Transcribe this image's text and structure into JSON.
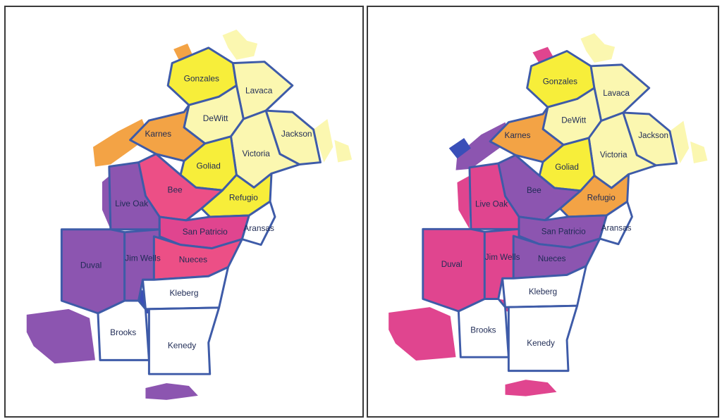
{
  "colors": {
    "outline": "#3e5ba8",
    "pale_yellow": "#fbf7b0",
    "yellow": "#f7ee3a",
    "orange": "#f3a345",
    "pink": "#ec4f86",
    "magenta": "#e0458f",
    "purple": "#8c55b0",
    "blue": "#3a4fb8",
    "white": "#ffffff"
  },
  "maps": [
    {
      "name": "left-map",
      "counties": [
        {
          "label": "Gonzales",
          "fill": "yellow"
        },
        {
          "label": "Lavaca",
          "fill": "pale_yellow"
        },
        {
          "label": "DeWitt",
          "fill": "pale_yellow"
        },
        {
          "label": "Jackson",
          "fill": "pale_yellow"
        },
        {
          "label": "Karnes",
          "fill": "orange"
        },
        {
          "label": "Victoria",
          "fill": "pale_yellow"
        },
        {
          "label": "Goliad",
          "fill": "yellow"
        },
        {
          "label": "Refugio",
          "fill": "yellow"
        },
        {
          "label": "Bee",
          "fill": "pink"
        },
        {
          "label": "Live Oak",
          "fill": "purple"
        },
        {
          "label": "San Patricio",
          "fill": "magenta"
        },
        {
          "label": "Aransas",
          "fill": "white"
        },
        {
          "label": "Duval",
          "fill": "purple"
        },
        {
          "label": "Jim Wells",
          "fill": "purple"
        },
        {
          "label": "Nueces",
          "fill": "pink"
        },
        {
          "label": "Kleberg",
          "fill": "white"
        },
        {
          "label": "Brooks",
          "fill": "white"
        },
        {
          "label": "Kenedy",
          "fill": "white"
        }
      ]
    },
    {
      "name": "right-map",
      "counties": [
        {
          "label": "Gonzales",
          "fill": "yellow"
        },
        {
          "label": "Lavaca",
          "fill": "pale_yellow"
        },
        {
          "label": "DeWitt",
          "fill": "pale_yellow"
        },
        {
          "label": "Jackson",
          "fill": "pale_yellow"
        },
        {
          "label": "Karnes",
          "fill": "orange"
        },
        {
          "label": "Victoria",
          "fill": "pale_yellow"
        },
        {
          "label": "Goliad",
          "fill": "yellow"
        },
        {
          "label": "Refugio",
          "fill": "orange"
        },
        {
          "label": "Bee",
          "fill": "purple"
        },
        {
          "label": "Live Oak",
          "fill": "magenta"
        },
        {
          "label": "San Patricio",
          "fill": "purple"
        },
        {
          "label": "Aransas",
          "fill": "white"
        },
        {
          "label": "Duval",
          "fill": "magenta"
        },
        {
          "label": "Jim Wells",
          "fill": "magenta"
        },
        {
          "label": "Nueces",
          "fill": "purple"
        },
        {
          "label": "Kleberg",
          "fill": "white"
        },
        {
          "label": "Brooks",
          "fill": "white"
        },
        {
          "label": "Kenedy",
          "fill": "white"
        }
      ]
    }
  ]
}
